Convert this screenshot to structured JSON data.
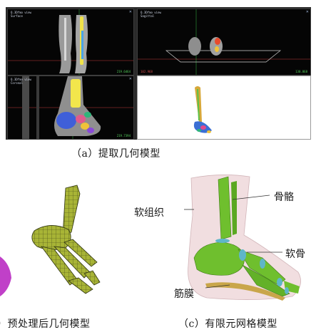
{
  "panel_a": {
    "caption": "（a）提取几何模型",
    "viewports": [
      {
        "name": "axial",
        "header": [
          "Q.3Dfmo view",
          "Surface"
        ],
        "readout": "219.6464",
        "left_readout": ""
      },
      {
        "name": "sagittal",
        "header": [
          "Q.3Dfmo view",
          "Sagittal"
        ],
        "readout": "130.868",
        "left_readout": "102.968"
      },
      {
        "name": "coronal",
        "header": [
          "Q.3Dfmo view",
          "Coronal"
        ],
        "readout": "219.7394",
        "left_readout": ""
      },
      {
        "name": "3d",
        "header": [
          "",
          ""
        ],
        "readout": "",
        "left_readout": ""
      }
    ]
  },
  "panel_b": {
    "caption": "）预处理后几何模型"
  },
  "panel_c": {
    "caption": "（c）有限元网格模型",
    "labels": {
      "soft_tissue": "软组织",
      "bone": "骨骼",
      "cartilage": "软骨",
      "fascia": "筋膜"
    }
  },
  "colors": {
    "bone_green": "#6fbf2e",
    "mesh_olive": "#a8b436",
    "soft_tissue": "#ecd3d6",
    "cartilage": "#5fb6c9",
    "fascia": "#c9a64a",
    "viewer_bg": "#050505"
  }
}
